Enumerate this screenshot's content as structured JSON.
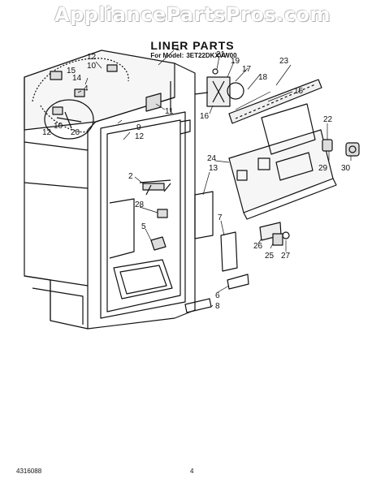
{
  "watermark": "AppliancePartsPros.com",
  "title": "LINER PARTS",
  "model_label": "For Model:",
  "model_number": "3ET22DKXVW00",
  "footer_left": "4316088",
  "footer_page": "4",
  "callouts": {
    "c1": "1",
    "c2": "2",
    "c4": "4",
    "c5": "5",
    "c6": "6",
    "c7": "7",
    "c8": "8",
    "c9": "9",
    "c10a": "10",
    "c10b": "10",
    "c11": "11",
    "c12a": "12",
    "c12b": "12",
    "c12c": "12",
    "c13": "13",
    "c14": "14",
    "c15a": "15",
    "c15b": "15",
    "c16": "16",
    "c17": "17",
    "c18": "18",
    "c19": "19",
    "c20": "20",
    "c21": "21",
    "c22": "22",
    "c23": "23",
    "c24": "24",
    "c25": "25",
    "c26": "26",
    "c27": "27",
    "c28": "28",
    "c29": "29",
    "c30": "30"
  }
}
